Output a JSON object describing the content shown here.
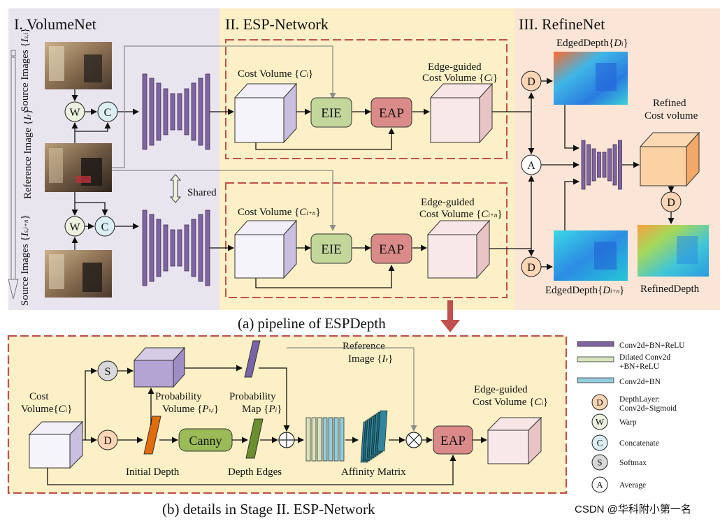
{
  "pipeline": {
    "stage1_title": "I. VolumeNet",
    "stage2_title": "II. ESP-Network",
    "stage3_title": "III. RefineNet",
    "source_images_label": "Source Images",
    "source_sub_top": "s,i",
    "source_sub_bottom": "s,i+n",
    "source_images_sym": "I",
    "reference_image_label": "Reference Image",
    "reference_sub": "r",
    "reference_image_sym": "I",
    "warp_symbol": "W",
    "concat_symbol": "C",
    "depth_symbol": "D",
    "average_symbol": "A",
    "softmax_symbol": "S",
    "shared_label": "Shared",
    "cost_volume_label": "Cost Volume",
    "cost_volume_sym": "C",
    "cost_volume_sub_top": "i",
    "cost_volume_sub_bottom": "i+n",
    "eie_label": "EIE",
    "eap_label": "EAP",
    "edge_guided_label_1": "Edge-guided",
    "edge_guided_label_2": "Cost Volume",
    "edged_depth_label": "EdgedDepth",
    "edged_depth_sym": "D",
    "edged_depth_sub_top": "i",
    "edged_depth_sub_bottom": "i+n",
    "refined_cost_label_1": "Refined",
    "refined_cost_label_2": "Cost volume",
    "refined_depth_label": "RefinedDepth",
    "caption": "(a) pipeline of ESPDepth"
  },
  "details": {
    "cost_label": "Cost",
    "volume_label": "Volume",
    "cost_sym": "C",
    "cost_sub": "i",
    "probability_volume_1": "Probability",
    "probability_volume_2": "Volume",
    "prob_vol_sym": "P",
    "prob_vol_sub": "v,i",
    "probability_map_1": "Probability",
    "probability_map_2": "Map",
    "prob_map_sym": "P",
    "prob_map_sub": "i",
    "reference_1": "Reference",
    "reference_2": "Image",
    "ref_sym": "I",
    "ref_sub": "r",
    "canny_label": "Canny",
    "initial_depth_label": "Initial Depth",
    "depth_edges_label": "Depth Edges",
    "affinity_matrix_label": "Affinity Matrix",
    "eap_label": "EAP",
    "edge_guided_1": "Edge-guided",
    "edge_guided_2": "Cost Volume",
    "edge_guided_sym": "C",
    "edge_guided_sub": "i",
    "caption": "(b) details in Stage II. ESP-Network"
  },
  "legend": {
    "items": [
      {
        "symbol": "",
        "label_1": "Conv2d+BN+ReLU",
        "label_2": ""
      },
      {
        "symbol": "",
        "label_1": "Dilated Conv2d",
        "label_2": "+BN+ReLU"
      },
      {
        "symbol": "",
        "label_1": "Conv2d+BN",
        "label_2": ""
      },
      {
        "symbol": "D",
        "label_1": "DepthLayer:",
        "label_2": "Conv2d+Sigmoid"
      },
      {
        "symbol": "W",
        "label_1": "Warp",
        "label_2": ""
      },
      {
        "symbol": "C",
        "label_1": "Concatenate",
        "label_2": ""
      },
      {
        "symbol": "S",
        "label_1": "Softmax",
        "label_2": ""
      },
      {
        "symbol": "A",
        "label_1": "Average",
        "label_2": ""
      }
    ]
  },
  "watermark": "CSDN @华科附小第一名",
  "colors": {
    "stage1_bg": "#e9e5ef",
    "stage2_bg": "#fdf0c6",
    "stage3_bg": "#fbe5d6",
    "dashed_red": "#c0504d",
    "conv_purple": "#8064a2",
    "dilated_green": "#d7e4bd",
    "conv_bn_blue": "#92cddc",
    "eie_green": "#c4d79b",
    "eap_red": "#da8a88",
    "canny_green": "#9bbb59",
    "depth_orange": "#fbd5b5",
    "warp_green": "#ebf1de",
    "concat_blue": "#dbeef3",
    "softmax_gray": "#d9d9d9"
  }
}
